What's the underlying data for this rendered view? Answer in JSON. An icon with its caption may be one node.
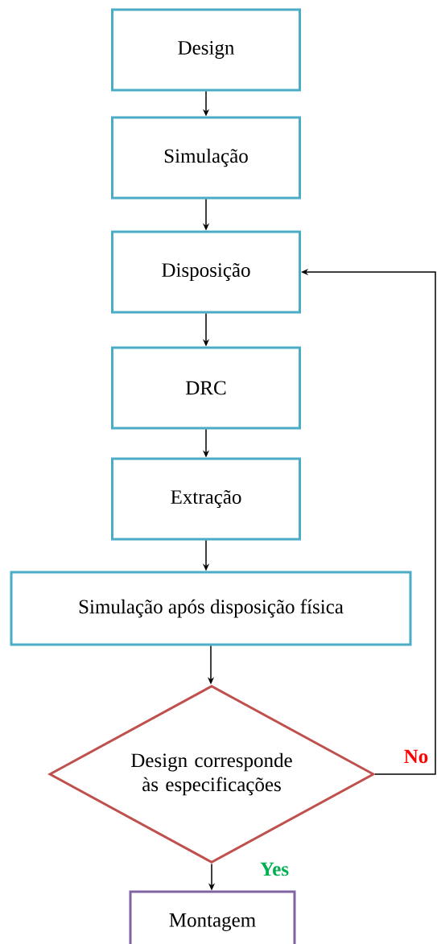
{
  "diagram": {
    "nodes": [
      {
        "text": [
          "Design"
        ]
      },
      {
        "text": [
          "Simulação"
        ]
      },
      {
        "text": [
          "Disposição"
        ]
      },
      {
        "text": [
          "DRC"
        ]
      },
      {
        "text": [
          "Extração"
        ]
      },
      {
        "text": [
          "Simulação após disposição física"
        ]
      },
      {
        "text": [
          "Design corresponde às especificações"
        ]
      },
      {
        "text": [
          "Montagem"
        ]
      }
    ],
    "edges": [
      {
        "from": 0,
        "to": 1,
        "arrow": "to"
      },
      {
        "from": 1,
        "to": 2,
        "arrow": "to"
      },
      {
        "from": 2,
        "to": 3,
        "arrow": "to"
      },
      {
        "from": 3,
        "to": 4,
        "arrow": "to"
      },
      {
        "from": 4,
        "to": 5,
        "arrow": "to"
      },
      {
        "from": 5,
        "to": 6,
        "arrow": "to"
      },
      {
        "from": 6,
        "to": 7,
        "arrow": "to",
        "label": "Yes"
      },
      {
        "from": 6,
        "to": 2,
        "arrow": "to",
        "label": "No"
      }
    ]
  }
}
